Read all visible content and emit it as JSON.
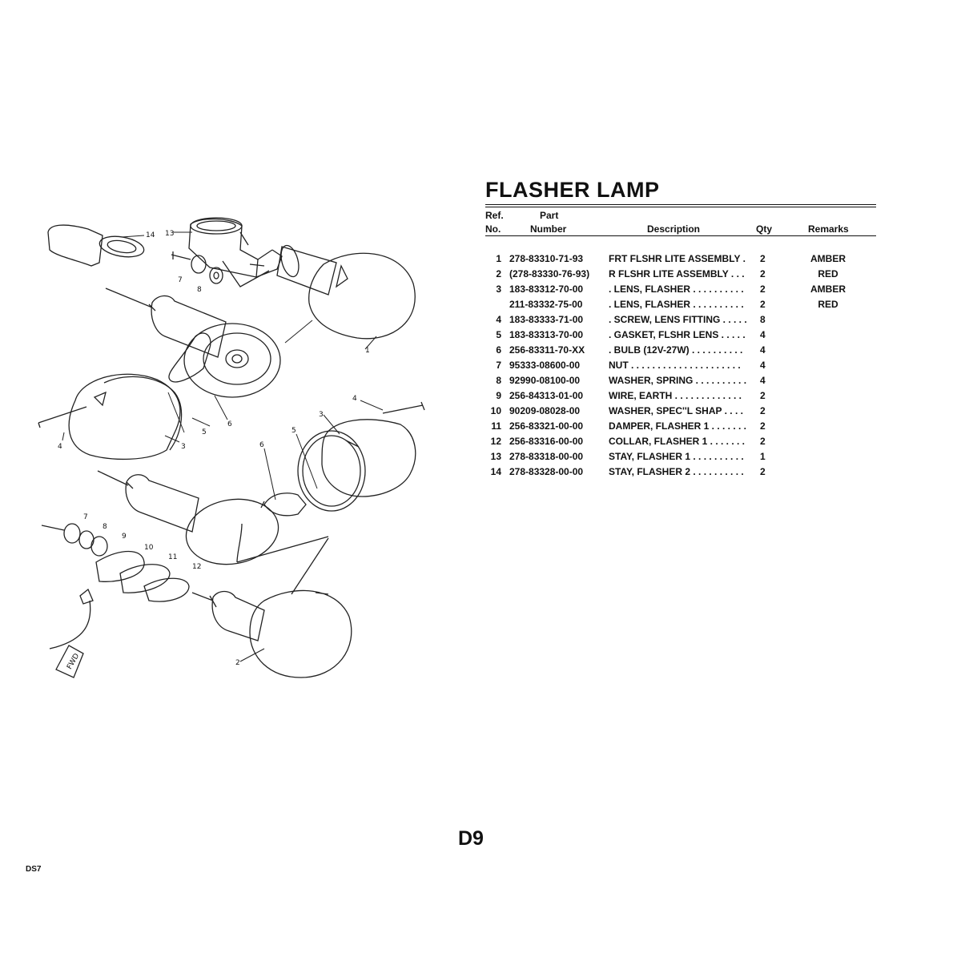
{
  "title": "FLASHER LAMP",
  "headers": {
    "ref_line1": "Ref.",
    "ref_line2": "No.",
    "part_line1": "Part",
    "part_line2": "Number",
    "description": "Description",
    "qty": "Qty",
    "remarks": "Remarks"
  },
  "rows": [
    {
      "ref": "1",
      "part": "278-83310-71-93",
      "desc": "FRT FLSHR LITE ASSEMBLY   .",
      "qty": "2",
      "remarks": "AMBER"
    },
    {
      "ref": "2",
      "part": "(278-83330-76-93)",
      "desc": "R FLSHR LITE ASSEMBLY   . . .",
      "qty": "2",
      "remarks": "RED"
    },
    {
      "ref": "3",
      "part": "183-83312-70-00",
      "desc": ". LENS, FLASHER  . . . . . . . . . .",
      "qty": "2",
      "remarks": "AMBER"
    },
    {
      "ref": "",
      "part": "211-83332-75-00",
      "desc": ". LENS, FLASHER  . . . . . . . . . .",
      "qty": "2",
      "remarks": "RED"
    },
    {
      "ref": "4",
      "part": "183-83333-71-00",
      "desc": ". SCREW, LENS FITTING  . . . . .",
      "qty": "8",
      "remarks": ""
    },
    {
      "ref": "5",
      "part": "183-83313-70-00",
      "desc": ". GASKET, FLSHR LENS  . . . . .",
      "qty": "4",
      "remarks": ""
    },
    {
      "ref": "6",
      "part": "256-83311-70-XX",
      "desc": ". BULB (12V-27W)  . . . . . . . . . .",
      "qty": "4",
      "remarks": ""
    },
    {
      "ref": "7",
      "part": "95333-08600-00",
      "desc": "NUT  . . . . . . . . . . . . . . . . . . . . .",
      "qty": "4",
      "remarks": ""
    },
    {
      "ref": "8",
      "part": "92990-08100-00",
      "desc": "WASHER, SPRING  . . . . . . . . . .",
      "qty": "4",
      "remarks": ""
    },
    {
      "ref": "9",
      "part": "256-84313-01-00",
      "desc": "WIRE, EARTH   . . . . . . . . . . . . .",
      "qty": "2",
      "remarks": ""
    },
    {
      "ref": "10",
      "part": "90209-08028-00",
      "desc": "WASHER, SPEC''L SHAP   . . . .",
      "qty": "2",
      "remarks": ""
    },
    {
      "ref": "11",
      "part": "256-83321-00-00",
      "desc": "DAMPER, FLASHER 1  . . . . . . .",
      "qty": "2",
      "remarks": ""
    },
    {
      "ref": "12",
      "part": "256-83316-00-00",
      "desc": "COLLAR, FLASHER 1   . . . . . . .",
      "qty": "2",
      "remarks": ""
    },
    {
      "ref": "13",
      "part": "278-83318-00-00",
      "desc": "STAY, FLASHER 1  . . . . . . . . . .",
      "qty": "1",
      "remarks": ""
    },
    {
      "ref": "14",
      "part": "278-83328-00-00",
      "desc": "STAY, FLASHER 2  . . . . . . . . . .",
      "qty": "2",
      "remarks": ""
    }
  ],
  "diagram_labels": {
    "n1": "1",
    "n2": "2",
    "n3a": "3",
    "n3b": "3",
    "n3c": "3",
    "n4a": "4",
    "n4b": "4",
    "n5a": "5",
    "n5b": "5",
    "n6a": "6",
    "n6b": "6",
    "n7a": "7",
    "n7b": "7",
    "n8a": "8",
    "n8b": "8",
    "n9": "9",
    "n10": "10",
    "n11": "11",
    "n12": "12",
    "n13": "13",
    "n14": "14",
    "fwd": "FWD"
  },
  "page_number": "D9",
  "model_code": "DS7"
}
